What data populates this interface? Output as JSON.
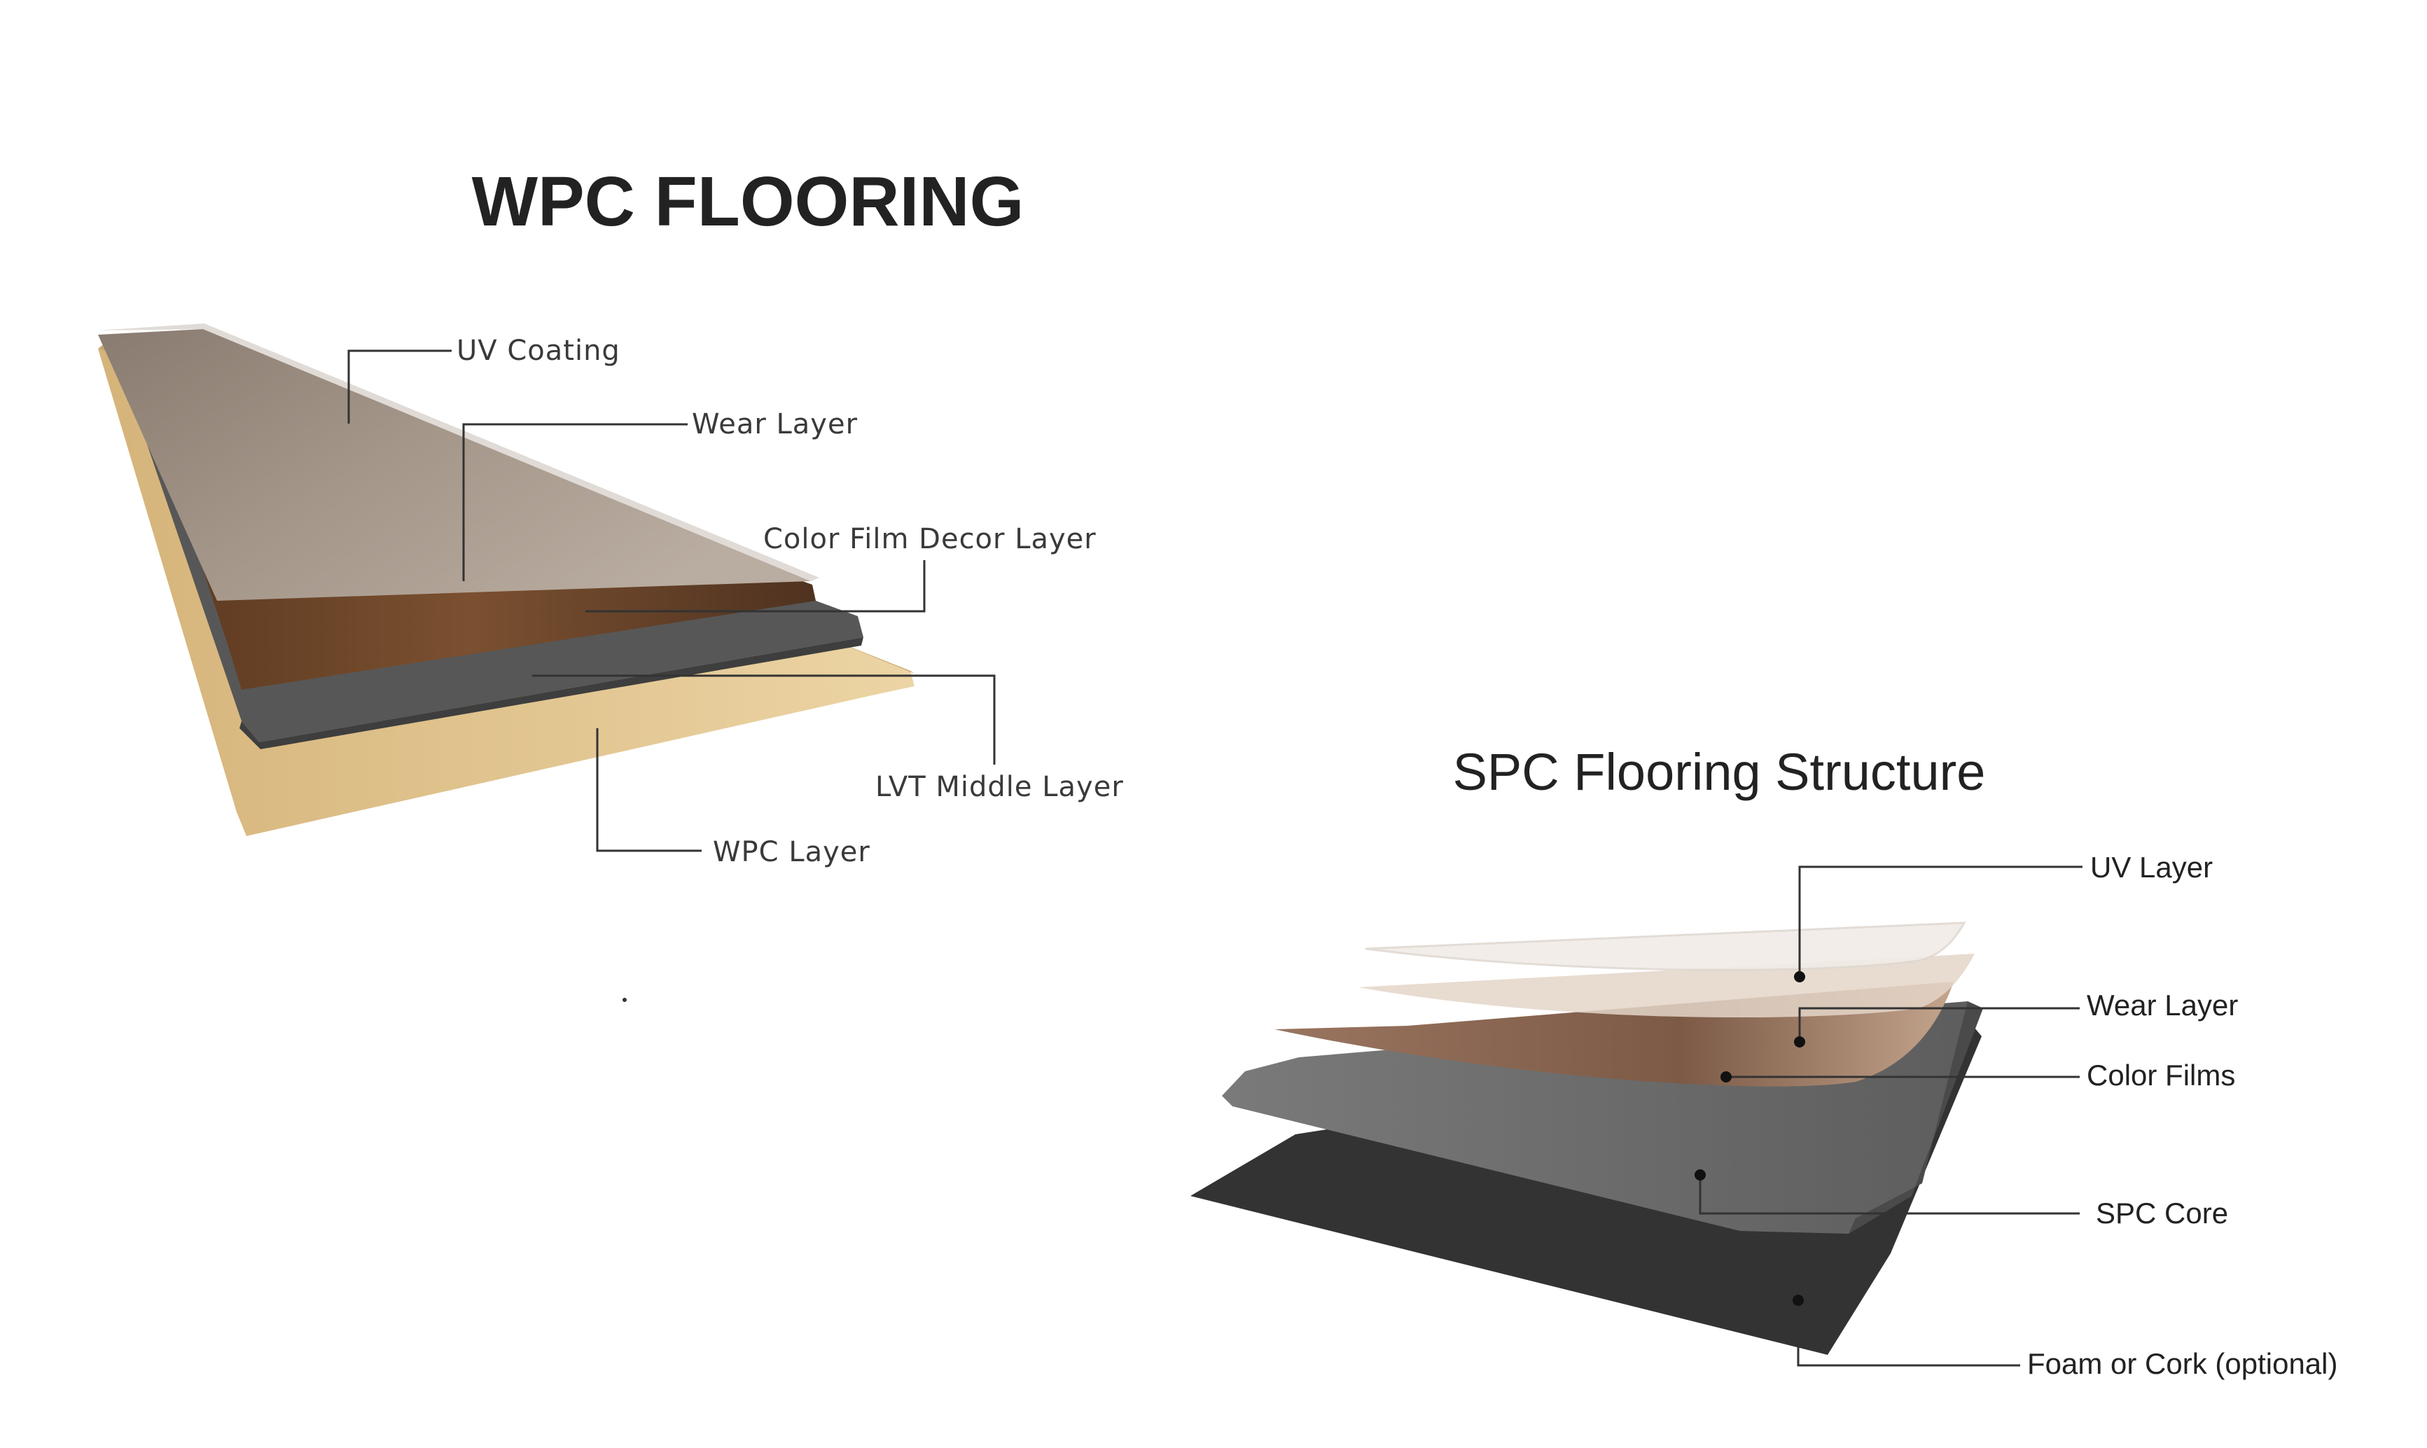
{
  "wpc": {
    "title": "WPC FLOORING",
    "labels": {
      "uv_coating": "UV Coating",
      "wear_layer": "Wear Layer",
      "color_film": "Color Film Decor Layer",
      "lvt_middle": "LVT Middle Layer",
      "wpc_layer": "WPC Layer"
    }
  },
  "spc": {
    "title": "SPC Flooring Structure",
    "labels": {
      "uv_layer": "UV Layer",
      "wear_layer": "Wear Layer",
      "color_films": "Color Films",
      "spc_core": "SPC Core",
      "foam_cork": "Foam or Cork (optional)"
    }
  },
  "colors": {
    "wpc_core": "#e2c690",
    "lvt_layer": "#555555",
    "color_film": "#6b4529",
    "uv_top": "#9c8f84",
    "spc_core": "#6e6e6e",
    "foam": "#3a3a3a",
    "spc_film": "#8a6a55"
  }
}
